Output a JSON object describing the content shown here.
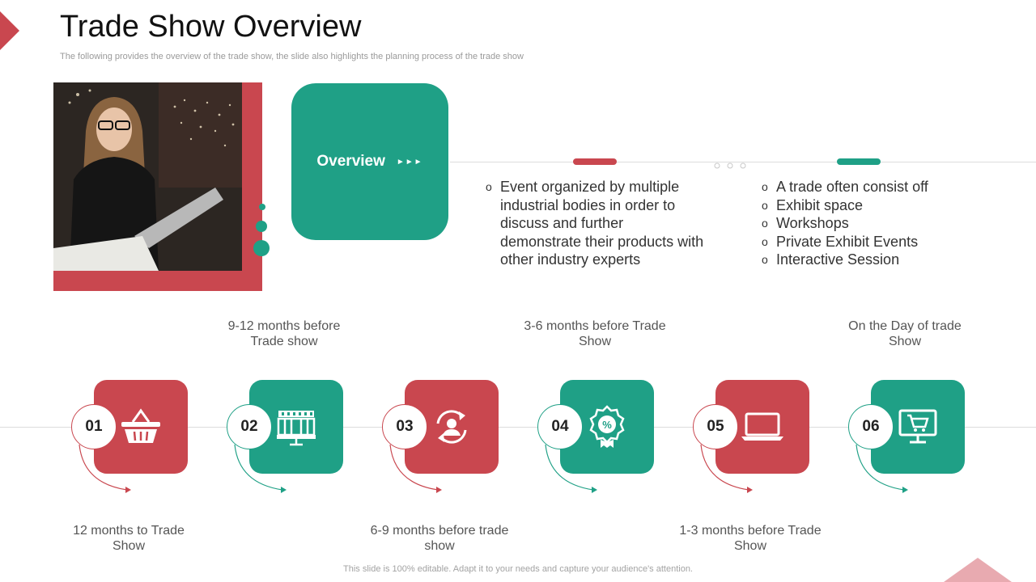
{
  "header": {
    "title": "Trade Show Overview",
    "subtitle": "The following provides the overview of the trade show, the slide also highlights the planning process of the trade show"
  },
  "overview": {
    "label": "Overview",
    "arrows": "►►►"
  },
  "bullets_left": [
    "Event organized by multiple industrial bodies in order to discuss and further demonstrate their products with other industry experts"
  ],
  "bullets_right": [
    "A trade often consist off",
    "Exhibit space",
    "Workshops",
    "Private Exhibit Events",
    "Interactive Session"
  ],
  "bullet_mark": "o",
  "steps": [
    {
      "number": "01",
      "label": "12 months to Trade Show",
      "icon": "basket-icon",
      "color": "#c9474f"
    },
    {
      "number": "02",
      "label": "9-12 months before Trade show",
      "icon": "booth-icon",
      "color": "#1fa086"
    },
    {
      "number": "03",
      "label": "6-9 months before trade show",
      "icon": "user-cycle-icon",
      "color": "#c9474f"
    },
    {
      "number": "04",
      "label": "3-6 months before Trade Show",
      "icon": "discount-badge-icon",
      "color": "#1fa086"
    },
    {
      "number": "05",
      "label": "1-3 months before Trade Show",
      "icon": "laptop-icon",
      "color": "#c9474f"
    },
    {
      "number": "06",
      "label": "On the Day of trade Show",
      "icon": "cart-monitor-icon",
      "color": "#1fa086"
    }
  ],
  "colors": {
    "red": "#c9474f",
    "teal": "#1fa086"
  },
  "footer": "This slide is 100% editable. Adapt it to your needs and capture your audience's attention."
}
